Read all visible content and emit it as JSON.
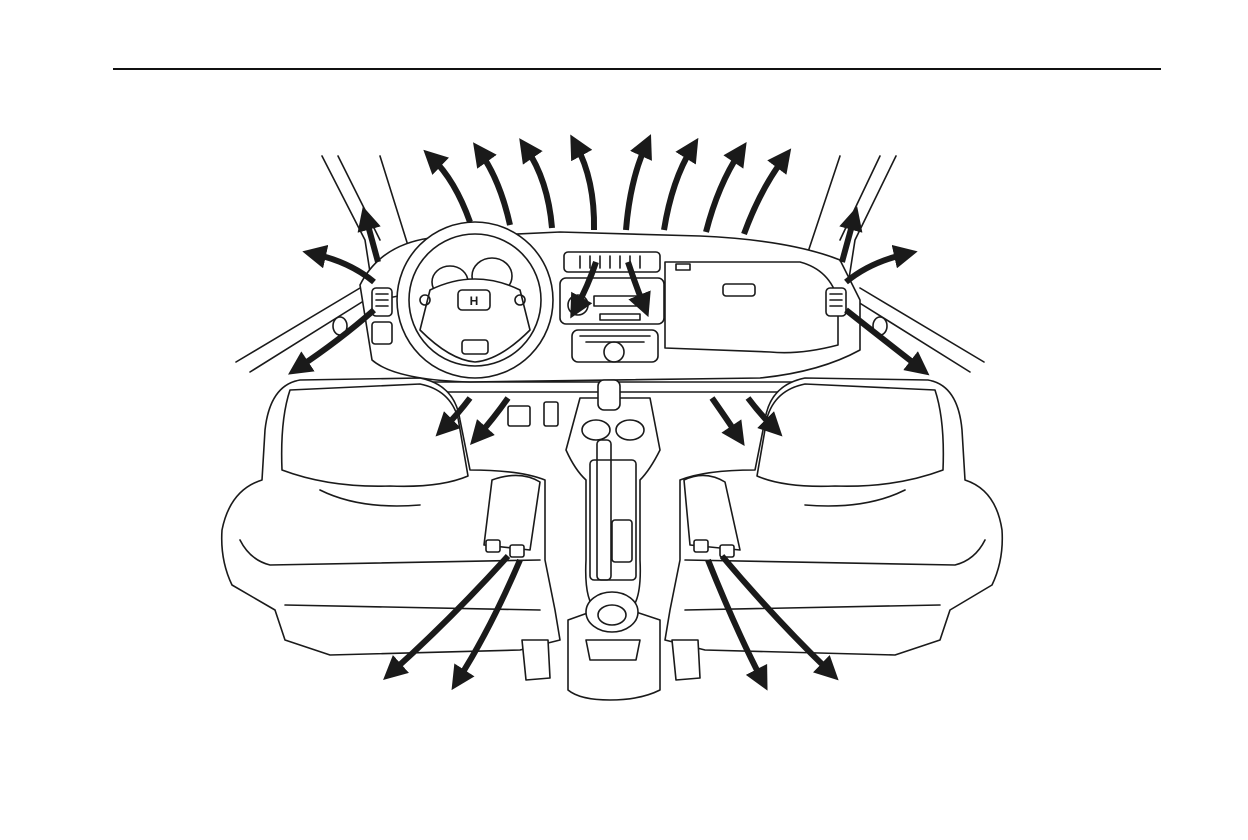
{
  "page": {
    "background": "#ffffff",
    "rule_color": "#111111"
  },
  "figure": {
    "subject": "vehicle-interior-airflow-diagram",
    "logo_text": "H",
    "arrow_color": "#1a1a1a",
    "airflow_groups": [
      {
        "id": "windshield-defrost",
        "count": 8
      },
      {
        "id": "side-window-defrost",
        "count": 2
      },
      {
        "id": "side-vents-upper",
        "count": 2
      },
      {
        "id": "side-vents-lower",
        "count": 2
      },
      {
        "id": "center-vents",
        "count": 2
      },
      {
        "id": "front-floor",
        "count": 4
      },
      {
        "id": "rear-floor",
        "count": 4
      }
    ]
  }
}
